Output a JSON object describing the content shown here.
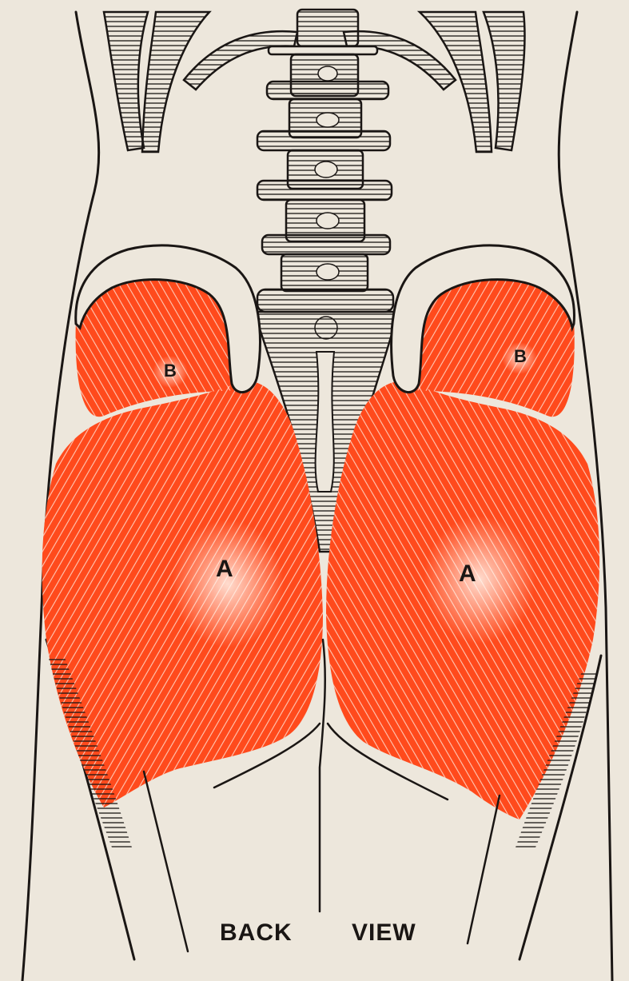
{
  "labels": {
    "gluteus_maximus_left": "A",
    "gluteus_maximus_right": "A",
    "gluteus_medius_left": "B",
    "gluteus_medius_right": "B"
  },
  "caption": {
    "word1": "BACK",
    "word2": "VIEW"
  },
  "colors": {
    "background": "#ede7dc",
    "muscle": "#ff4a1c",
    "ink": "#1a1614"
  }
}
